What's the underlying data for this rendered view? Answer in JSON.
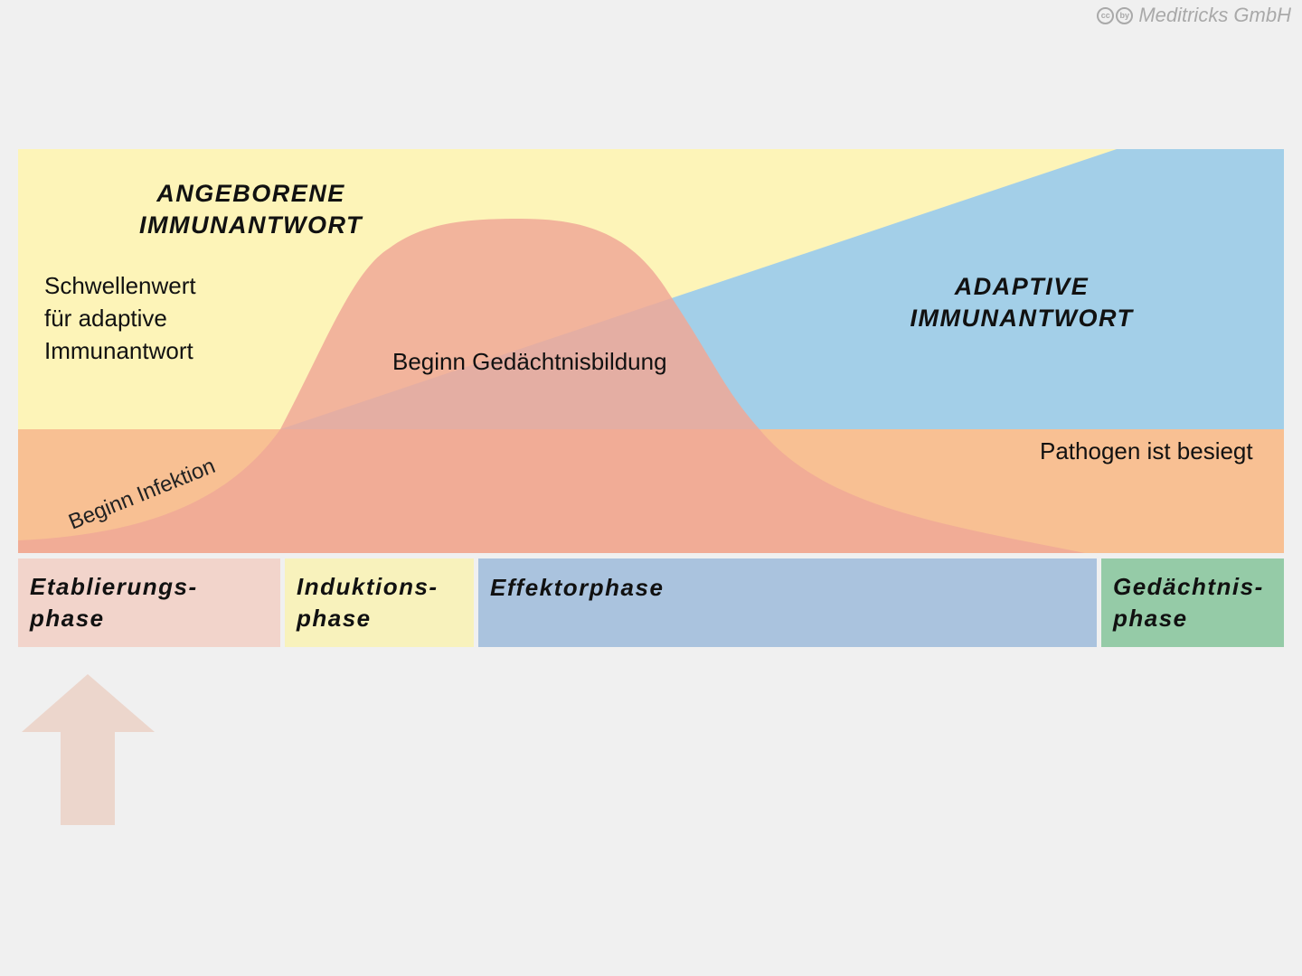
{
  "watermark": {
    "cc_icons": [
      "cc",
      "by"
    ],
    "text": "Meditricks GmbH"
  },
  "regions": {
    "innate": {
      "title": "ANGEBORENE\nIMMUNANTWORT",
      "color": "#fdf4b8"
    },
    "adaptive": {
      "title": "ADAPTIVE\nIMMUNANTWORT",
      "color": "#a3cfe8"
    },
    "threshold_band": {
      "color": "#f8c093"
    },
    "pathogen_curve": {
      "color": "#f0a897"
    }
  },
  "labels": {
    "threshold": "Schwellenwert\nfür adaptive\nImmunantwort",
    "memory_start": "Beginn Gedächtnisbildung",
    "infection_start": "Beginn Infektion",
    "pathogen_defeated": "Pathogen ist besiegt"
  },
  "phases": [
    {
      "label": "Etablierungs-\nphase",
      "color": "#f2d4cb"
    },
    {
      "label": "Induktions-\nphase",
      "color": "#f8f2bc"
    },
    {
      "label": "Effektorphase",
      "color": "#aac3de"
    },
    {
      "label": "Gedächtnis-\nphase",
      "color": "#95cba7"
    }
  ],
  "indicator_arrow": {
    "icon": "up-arrow-icon",
    "color": "#ecd6cc"
  }
}
